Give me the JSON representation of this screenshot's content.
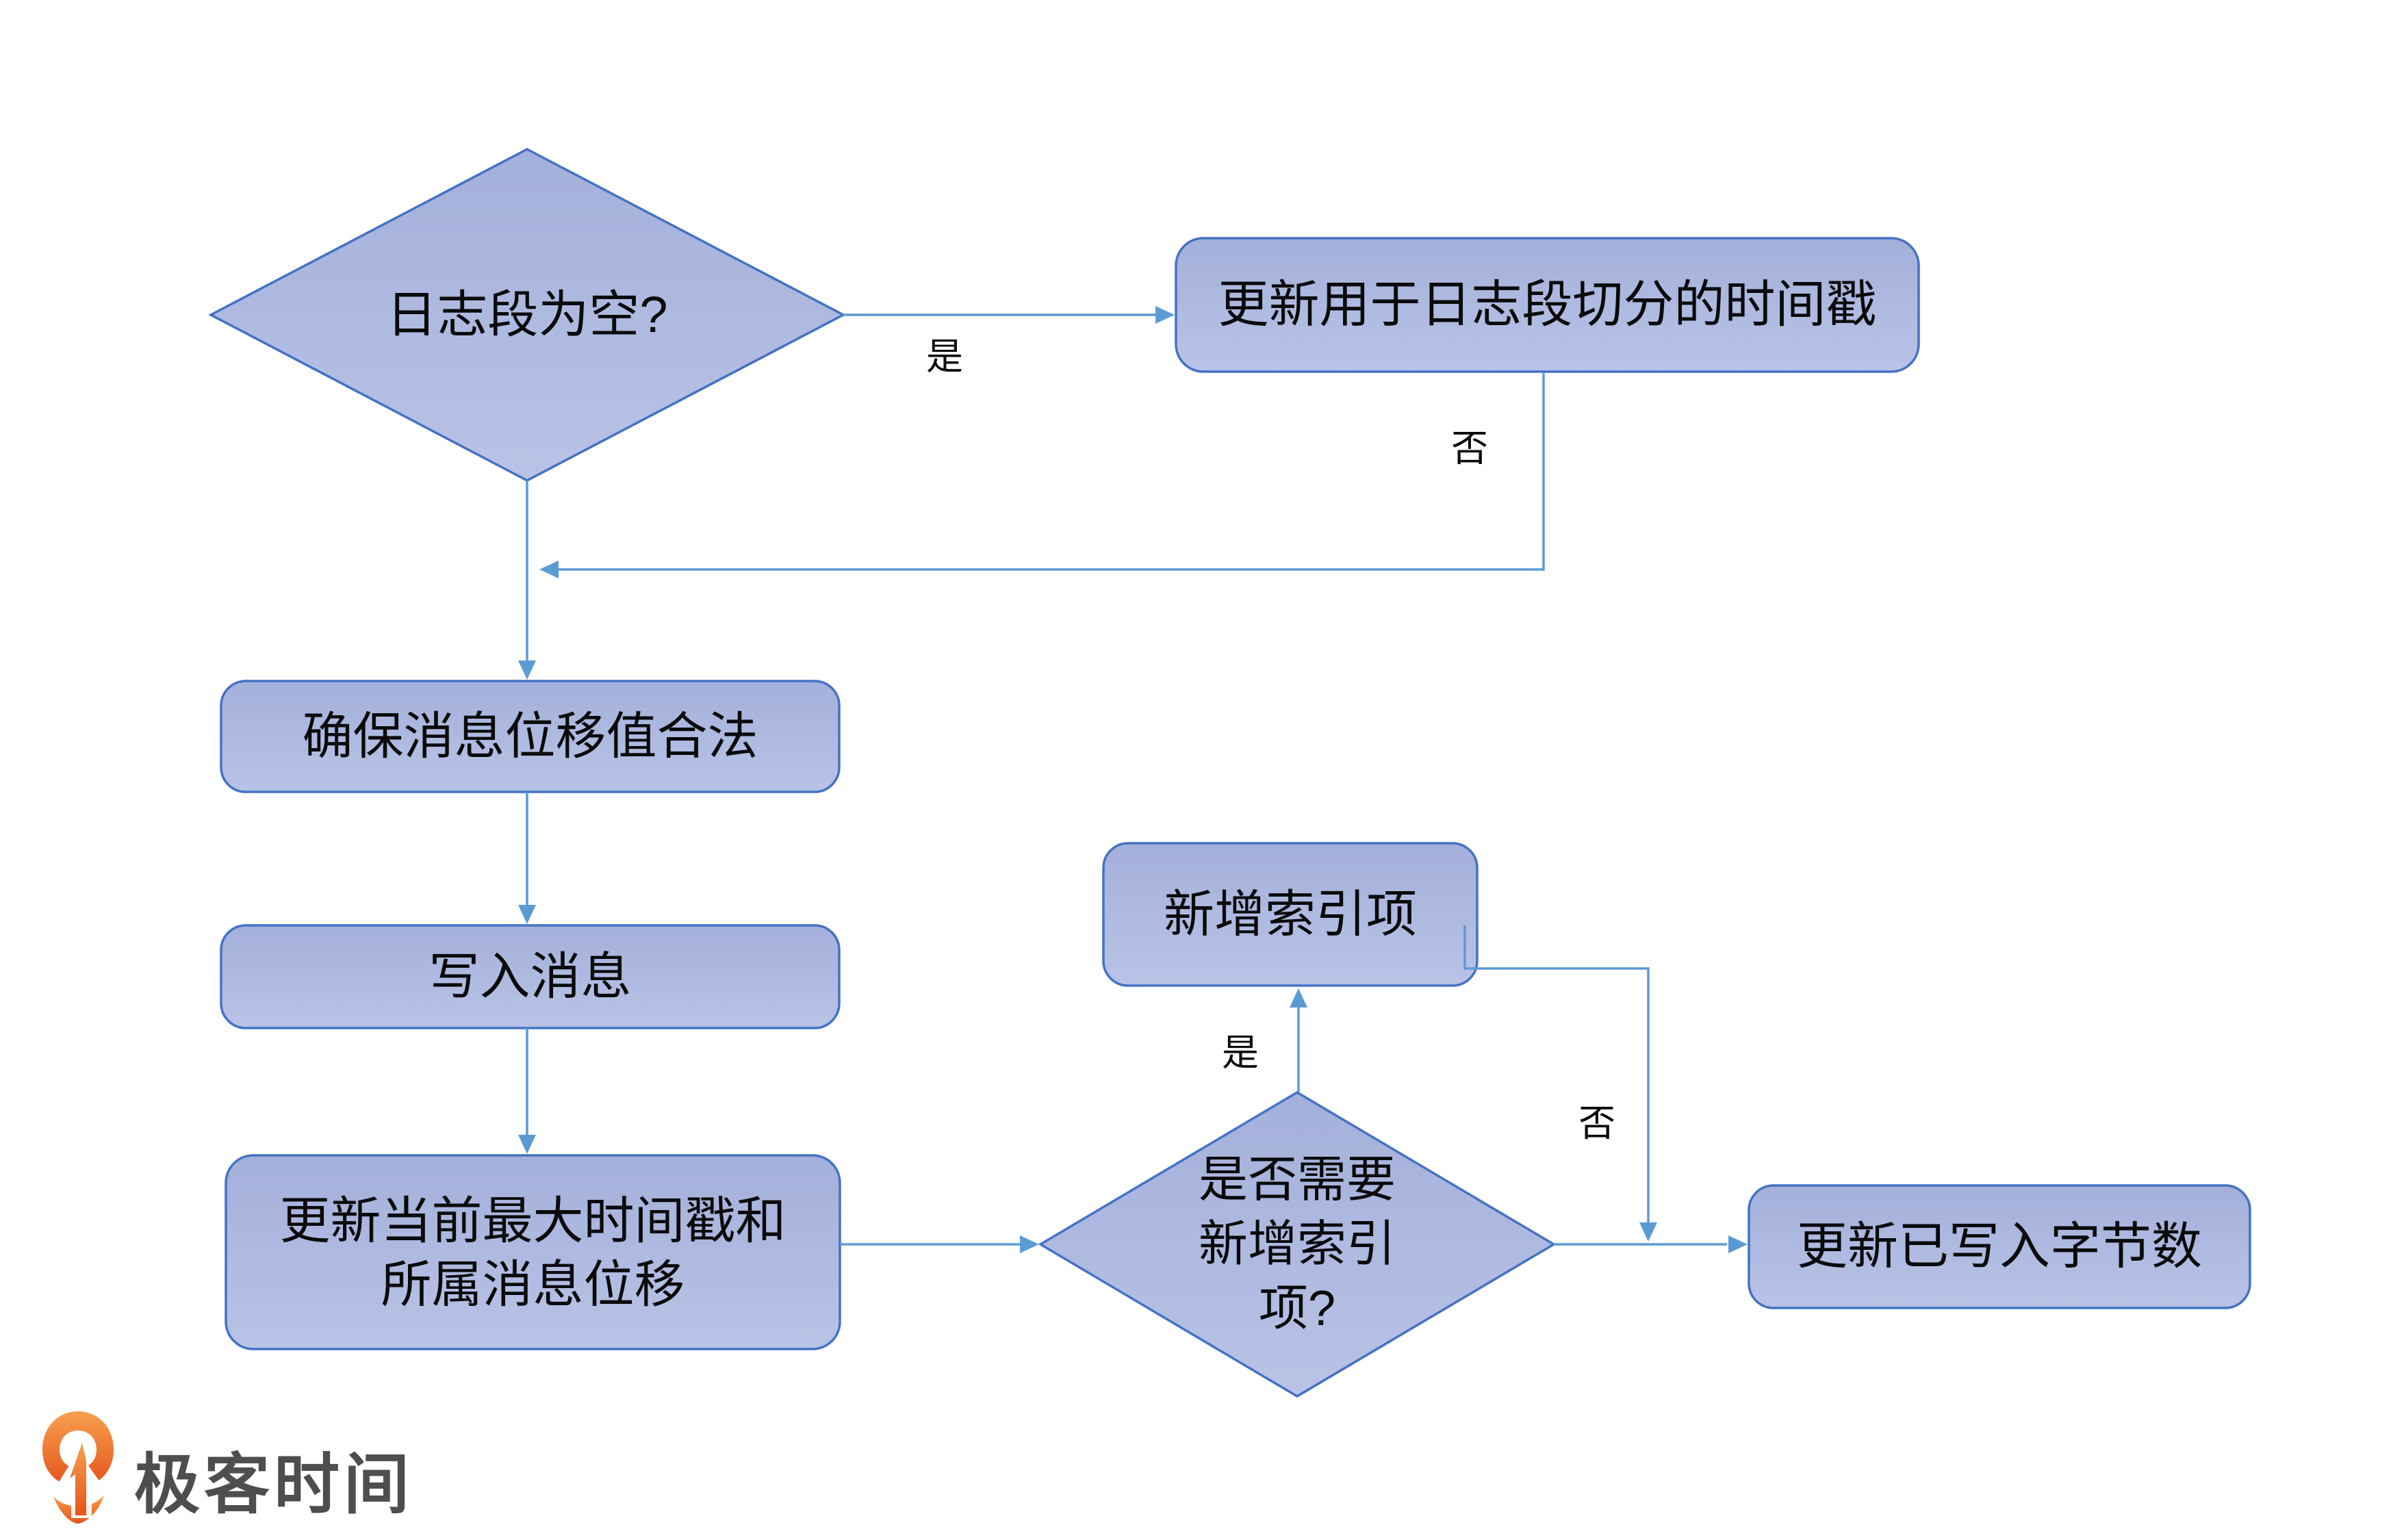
{
  "colors": {
    "background": "#ffffff",
    "nodeFillTop": "#a3b0da",
    "nodeFillBottom": "#b9c3e6",
    "nodeBorder": "#4472c4",
    "connector": "#5b9bd5",
    "text": "#0a0a0a",
    "logoOrangeTop": "#f7a04e",
    "logoOrangeBottom": "#e4541c",
    "logoText": "#4d4e50"
  },
  "flowchart": {
    "nodes": {
      "decision_log_empty": {
        "type": "decision",
        "label": "日志段为空?"
      },
      "process_update_split_timestamp": {
        "type": "process",
        "label": "更新用于日志段切分的时间戳"
      },
      "process_ensure_offset_valid": {
        "type": "process",
        "label": "确保消息位移值合法"
      },
      "process_write_message": {
        "type": "process",
        "label": "写入消息"
      },
      "process_update_max_timestamp": {
        "type": "process",
        "lines": [
          "更新当前最大时间戳和",
          "所属消息位移"
        ]
      },
      "decision_need_index": {
        "type": "decision",
        "lines": [
          "是否需要",
          "新增索引",
          "项?"
        ]
      },
      "process_add_index_entry": {
        "type": "process",
        "label": "新增索引项"
      },
      "process_update_written_bytes": {
        "type": "process",
        "label": "更新已写入字节数"
      }
    },
    "edge_labels": {
      "yes_top": "是",
      "no_top": "否",
      "yes_bottom": "是",
      "no_bottom": "否"
    }
  },
  "branding": {
    "logo_text": "极客时间"
  }
}
